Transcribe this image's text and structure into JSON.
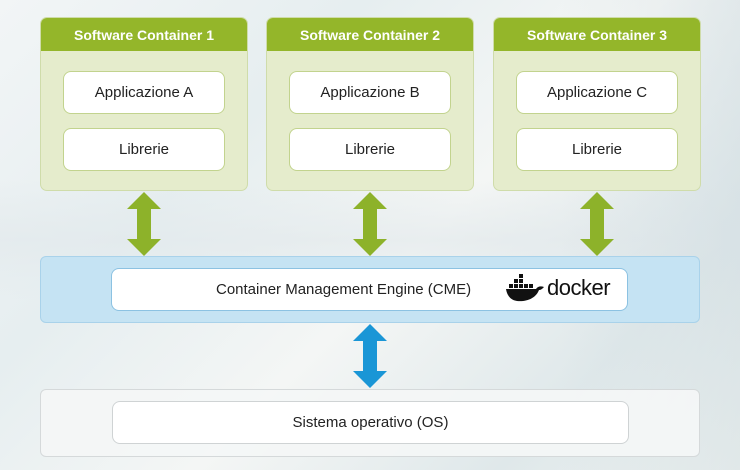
{
  "containers": [
    {
      "title": "Software Container 1",
      "app": "Applicazione A",
      "libs": "Librerie"
    },
    {
      "title": "Software Container 2",
      "app": "Applicazione B",
      "libs": "Librerie"
    },
    {
      "title": "Software Container 3",
      "app": "Applicazione C",
      "libs": "Librerie"
    }
  ],
  "cme": {
    "label": "Container Management Engine (CME)",
    "logo_icon": "docker-whale-icon",
    "logo_text": "docker"
  },
  "os": {
    "label": "Sistema operativo (OS)"
  },
  "colors": {
    "green": "#94b62a",
    "container_bg": "#e5eccc",
    "blue_arrow": "#1a96d6",
    "cme_band": "#c5e3f3"
  }
}
